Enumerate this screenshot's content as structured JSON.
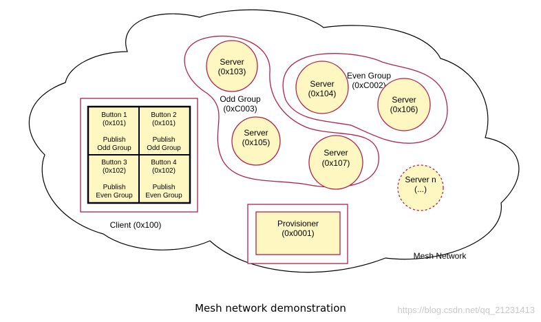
{
  "diagram": {
    "caption": "Mesh network demonstration",
    "watermark": "https://blog.csdn.net/qq_21231413",
    "network_label": "Mesh Network",
    "client": {
      "label": "Client (0x100)",
      "buttons": [
        {
          "title": "Button 1",
          "address": "(0x101)",
          "publish": "Publish",
          "group": "Odd Group"
        },
        {
          "title": "Button 2",
          "address": "(0x101)",
          "publish": "Publish",
          "group": "Odd Group"
        },
        {
          "title": "Button 3",
          "address": "(0x102)",
          "publish": "Publish",
          "group": "Even Group"
        },
        {
          "title": "Button 4",
          "address": "(0x102)",
          "publish": "Publish",
          "group": "Even Group"
        }
      ]
    },
    "odd_group": {
      "name": "Odd Group",
      "address": "(0xC003)"
    },
    "even_group": {
      "name": "Even Group",
      "address": "(0xC002)"
    },
    "servers": [
      {
        "name": "Server",
        "address": "(0x103)"
      },
      {
        "name": "Server",
        "address": "(0x104)"
      },
      {
        "name": "Server",
        "address": "(0x106)"
      },
      {
        "name": "Server",
        "address": "(0x105)"
      },
      {
        "name": "Server",
        "address": "(0x107)"
      },
      {
        "name": "Server n",
        "address": "(...)"
      }
    ],
    "provisioner": {
      "name": "Provisioner",
      "address": "(0x0001)"
    },
    "colors": {
      "node_fill": "#fff7c2",
      "group_outline": "#b1214a",
      "outline": "#000000"
    }
  }
}
